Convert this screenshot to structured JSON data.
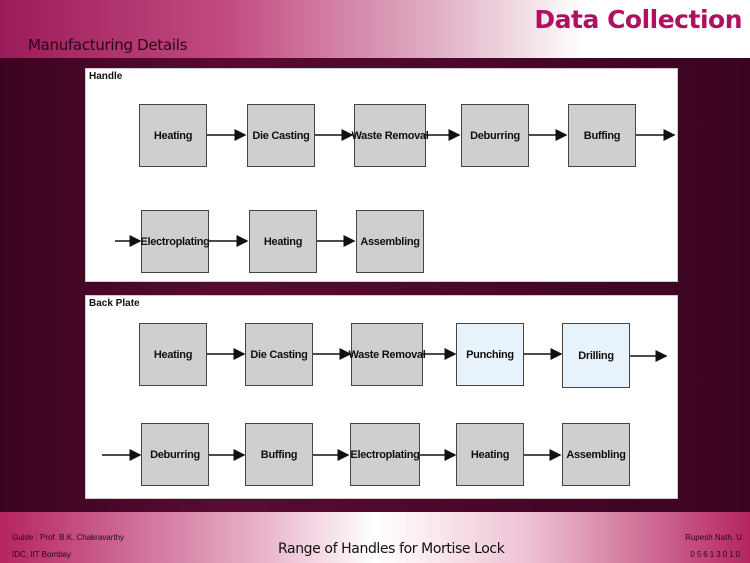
{
  "header": {
    "title": "Data Collection",
    "subtitle": "Manufacturing Details"
  },
  "handle": {
    "label": "Handle",
    "row1": [
      "Heating",
      "Die Casting",
      "Waste Removal",
      "Deburring",
      "Buffing"
    ],
    "row2": [
      "Electroplating",
      "Heating",
      "Assembling"
    ]
  },
  "back_plate": {
    "label": "Back Plate",
    "row1": [
      "Heating",
      "Die Casting",
      "Waste Removal",
      "Punching",
      "Drilling"
    ],
    "row2": [
      "Deburring",
      "Buffing",
      "Electroplating",
      "Heating",
      "Assembling"
    ]
  },
  "footer": {
    "guide": "Guide : Prof. B.K. Chakravarthy",
    "institute": "IDC, IIT Bombay",
    "center": "Range of Handles for Mortise Lock",
    "author": "Rupesh Nath. U",
    "roll": "05613010"
  },
  "colors": {
    "box_fill": "#cfcfcf",
    "highlight_fill": "#e8f2fb",
    "title": "#b01060"
  }
}
